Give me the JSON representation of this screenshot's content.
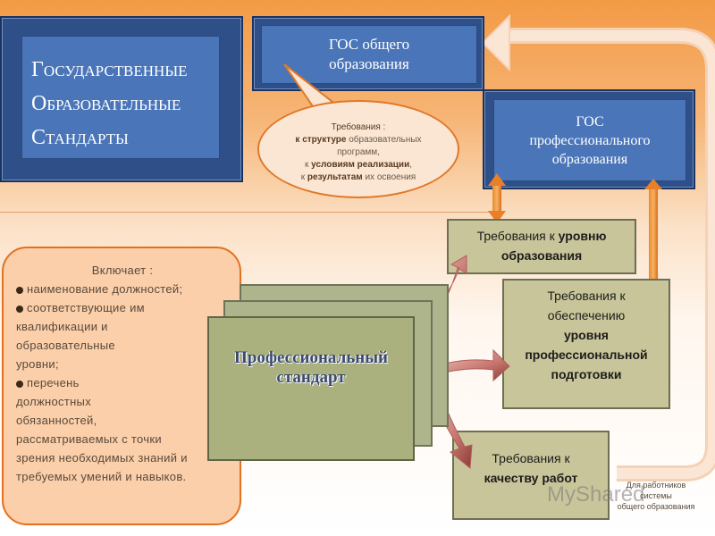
{
  "main_title": {
    "line1": "Государственные",
    "line2": "Образовательные",
    "line3": "Стандарты"
  },
  "gos_general": {
    "line1": "ГОС общего",
    "line2": "образования"
  },
  "gos_prof": {
    "line1": "ГОС",
    "line2": "профессионального",
    "line3": "образования"
  },
  "callout": {
    "title": "Требования :",
    "l1_bold": "к структуре",
    "l1_rest": " образовательных",
    "l2": "программ,",
    "l3_pre": "к ",
    "l3_bold": "условиям реализации",
    "l3_post": ",",
    "l4_pre": "к ",
    "l4_bold": "результатам",
    "l4_post": " их освоения"
  },
  "req_level": {
    "line1_pre": "Требования к ",
    "line1_bold": "уровню",
    "line2": "образования"
  },
  "req_support": {
    "line1": "Требования к",
    "line2": "обеспечению",
    "line3": "уровня",
    "line4": "профессиональной",
    "line5": "подготовки"
  },
  "req_quality": {
    "line1": "Требования к",
    "line2": "качеству работ"
  },
  "includes": {
    "head": "Включает :",
    "item1": "наименование должностей;",
    "item2a": "соответствующие им",
    "item2b": "квалификации и",
    "item2c": "образовательные",
    "item2d": "уровни;",
    "item3a": "перечень",
    "item3b": "должностных",
    "item3c": "обязанностей,",
    "item3d": "рассматриваемых с точки",
    "item3e": "зрения  необходимых знаний и",
    "item3f": "требуемых  умений  и навыков."
  },
  "prof_standard": {
    "line1": "Профессиональный",
    "line2": "стандарт"
  },
  "footnote": {
    "line1": "Для работников",
    "line2": "системы",
    "line3": "общего образования"
  },
  "watermark": "MyShared",
  "colors": {
    "title_blue": "#4a75b8",
    "orange": "#e0782a",
    "olive": "#c9c59a"
  }
}
